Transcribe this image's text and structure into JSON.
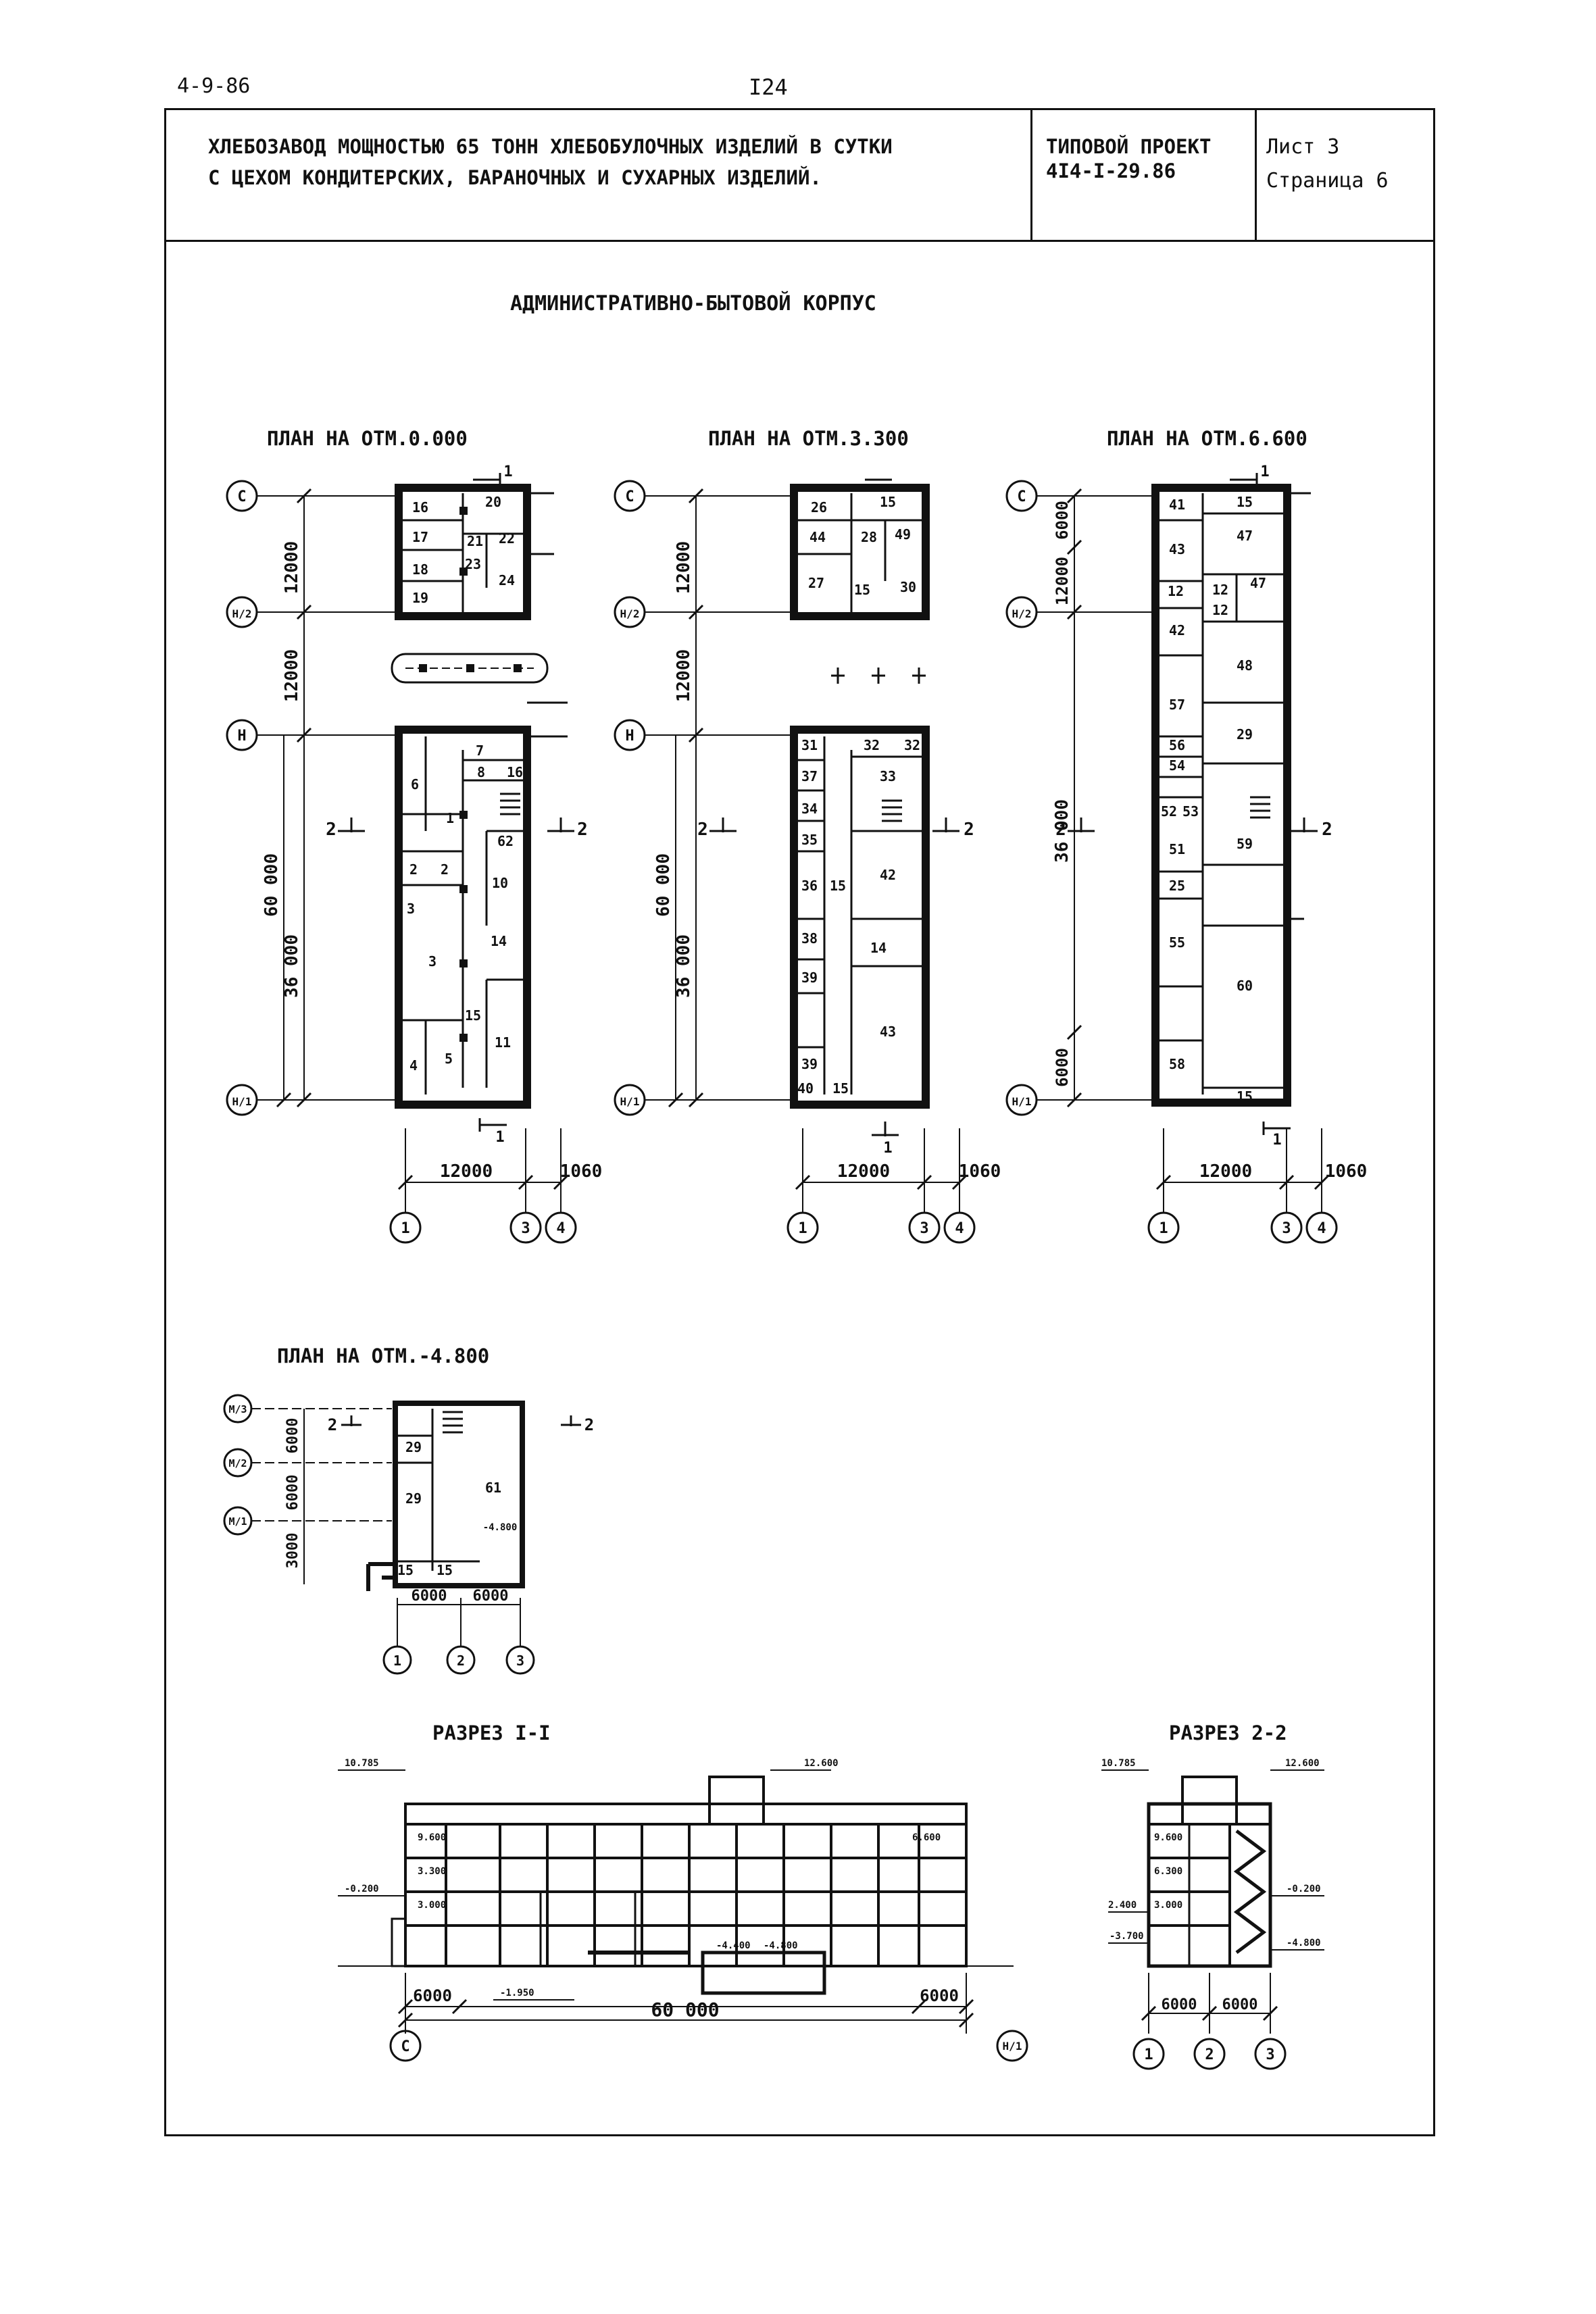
{
  "header": {
    "doc_code": "4-9-86",
    "page_number": "I24"
  },
  "title_block": {
    "title_line1": "ХЛЕБОЗАВОД МОЩНОСТЬЮ 65 ТОНН ХЛЕБОБУЛОЧНЫХ ИЗДЕЛИЙ В СУТКИ",
    "title_line2": "С ЦЕХОМ КОНДИТЕРСКИХ, БАРАНОЧНЫХ И СУХАРНЫХ ИЗДЕЛИЙ.",
    "project_label": "ТИПОВОЙ ПРОЕКТ",
    "project_number": "4I4-I-29.86",
    "sheet_label": "Лист 3",
    "page_label": "Страница 6"
  },
  "drawing": {
    "main_title": "АДМИНИСТРАТИВНО-БЫТОВОЙ КОРПУС",
    "plan_0": {
      "title": "ПЛАН НА ОТМ.0.000",
      "dims": {
        "d12000a": "12000",
        "d12000b": "12000",
        "d60000": "60 000",
        "d36000": "36 000",
        "w12000": "12000",
        "w1060": "1060"
      },
      "axes": {
        "c": "С",
        "h2": "Н/2",
        "h": "Н",
        "h1": "Н/1",
        "a1": "1",
        "a3": "3",
        "a4": "4"
      },
      "cut_labels": {
        "s1": "1",
        "s2": "2"
      },
      "rooms": [
        "16",
        "20",
        "17",
        "21",
        "22",
        "18",
        "23",
        "24",
        "19",
        "6",
        "7",
        "8",
        "16",
        "1",
        "62",
        "2",
        "2",
        "10",
        "3",
        "3",
        "15",
        "14",
        "4",
        "5",
        "11"
      ]
    },
    "plan_3300": {
      "title": "ПЛАН НА ОТМ.3.300",
      "dims": {
        "d12000a": "12000",
        "d12000b": "12000",
        "d60000": "60 000",
        "d36000": "36 000",
        "w12000": "12000",
        "w1060": "1060"
      },
      "axes": {
        "c": "С",
        "h2": "Н/2",
        "h": "Н",
        "h1": "Н/1",
        "a1": "1",
        "a3": "3",
        "a4": "4"
      },
      "cut_labels": {
        "s1": "1",
        "s2": "2"
      },
      "rooms": [
        "26",
        "15",
        "44",
        "28",
        "49",
        "27",
        "15",
        "30",
        "31",
        "32",
        "32",
        "37",
        "33",
        "34",
        "35",
        "42",
        "36",
        "15",
        "38",
        "14",
        "39",
        "43",
        "39",
        "40",
        "15"
      ]
    },
    "plan_6600": {
      "title": "ПЛАН НА ОТМ.6.600",
      "dims": {
        "d6000a": "6000",
        "d12000": "12000",
        "d36000": "36 000",
        "d6000b": "6000",
        "w12000": "12000",
        "w1060": "1060"
      },
      "axes": {
        "c": "С",
        "h2": "Н/2",
        "h1": "Н/1",
        "a1": "1",
        "a3": "3",
        "a4": "4"
      },
      "cut_labels": {
        "s1": "1",
        "s2": "2"
      },
      "rooms": [
        "41",
        "15",
        "47",
        "43",
        "12",
        "12",
        "47",
        "12",
        "42",
        "48",
        "57",
        "56",
        "29",
        "54",
        "52",
        "53",
        "51",
        "59",
        "25",
        "55",
        "60",
        "58",
        "15"
      ]
    },
    "plan_m4800": {
      "title": "ПЛАН НА ОТМ.-4.800",
      "dims": {
        "d6000a": "6000",
        "d6000b": "6000",
        "d3000": "3000",
        "w6000a": "6000",
        "w6000b": "6000",
        "level": "-4.800"
      },
      "axes": {
        "m3": "М/3",
        "m2": "М/2",
        "m1": "М/1",
        "a1": "1",
        "a2": "2",
        "a3": "3"
      },
      "cut_labels": {
        "s2": "2"
      },
      "rooms": [
        "29",
        "29",
        "61",
        "15",
        "15"
      ]
    },
    "section_1": {
      "title": "РАЗРЕЗ I-I",
      "levels": {
        "top": "12.600",
        "parapet": "10.785",
        "l9600": "9.600",
        "l6600": "6.600",
        "l3300": "3.300",
        "l3000": "3.000",
        "l0200": "-0.200",
        "l1950": "-1.950",
        "l4400": "-4.400",
        "l4800": "-4.800"
      },
      "dims": {
        "left": "6000",
        "right": "6000",
        "total": "60 000"
      },
      "axes": {
        "c": "С",
        "h1": "Н/1"
      }
    },
    "section_2": {
      "title": "РАЗРЕЗ 2-2",
      "levels": {
        "top": "12.600",
        "parapet": "10.785",
        "l9600": "9.600",
        "l6300": "6.300",
        "l3000": "3.000",
        "l2400": "2.400",
        "l0200": "-0.200",
        "l3700": "-3.700",
        "l4800": "-4.800"
      },
      "dims": {
        "w1": "6000",
        "w2": "6000"
      },
      "axes": {
        "a1": "1",
        "a2": "2",
        "a3": "3"
      }
    }
  }
}
